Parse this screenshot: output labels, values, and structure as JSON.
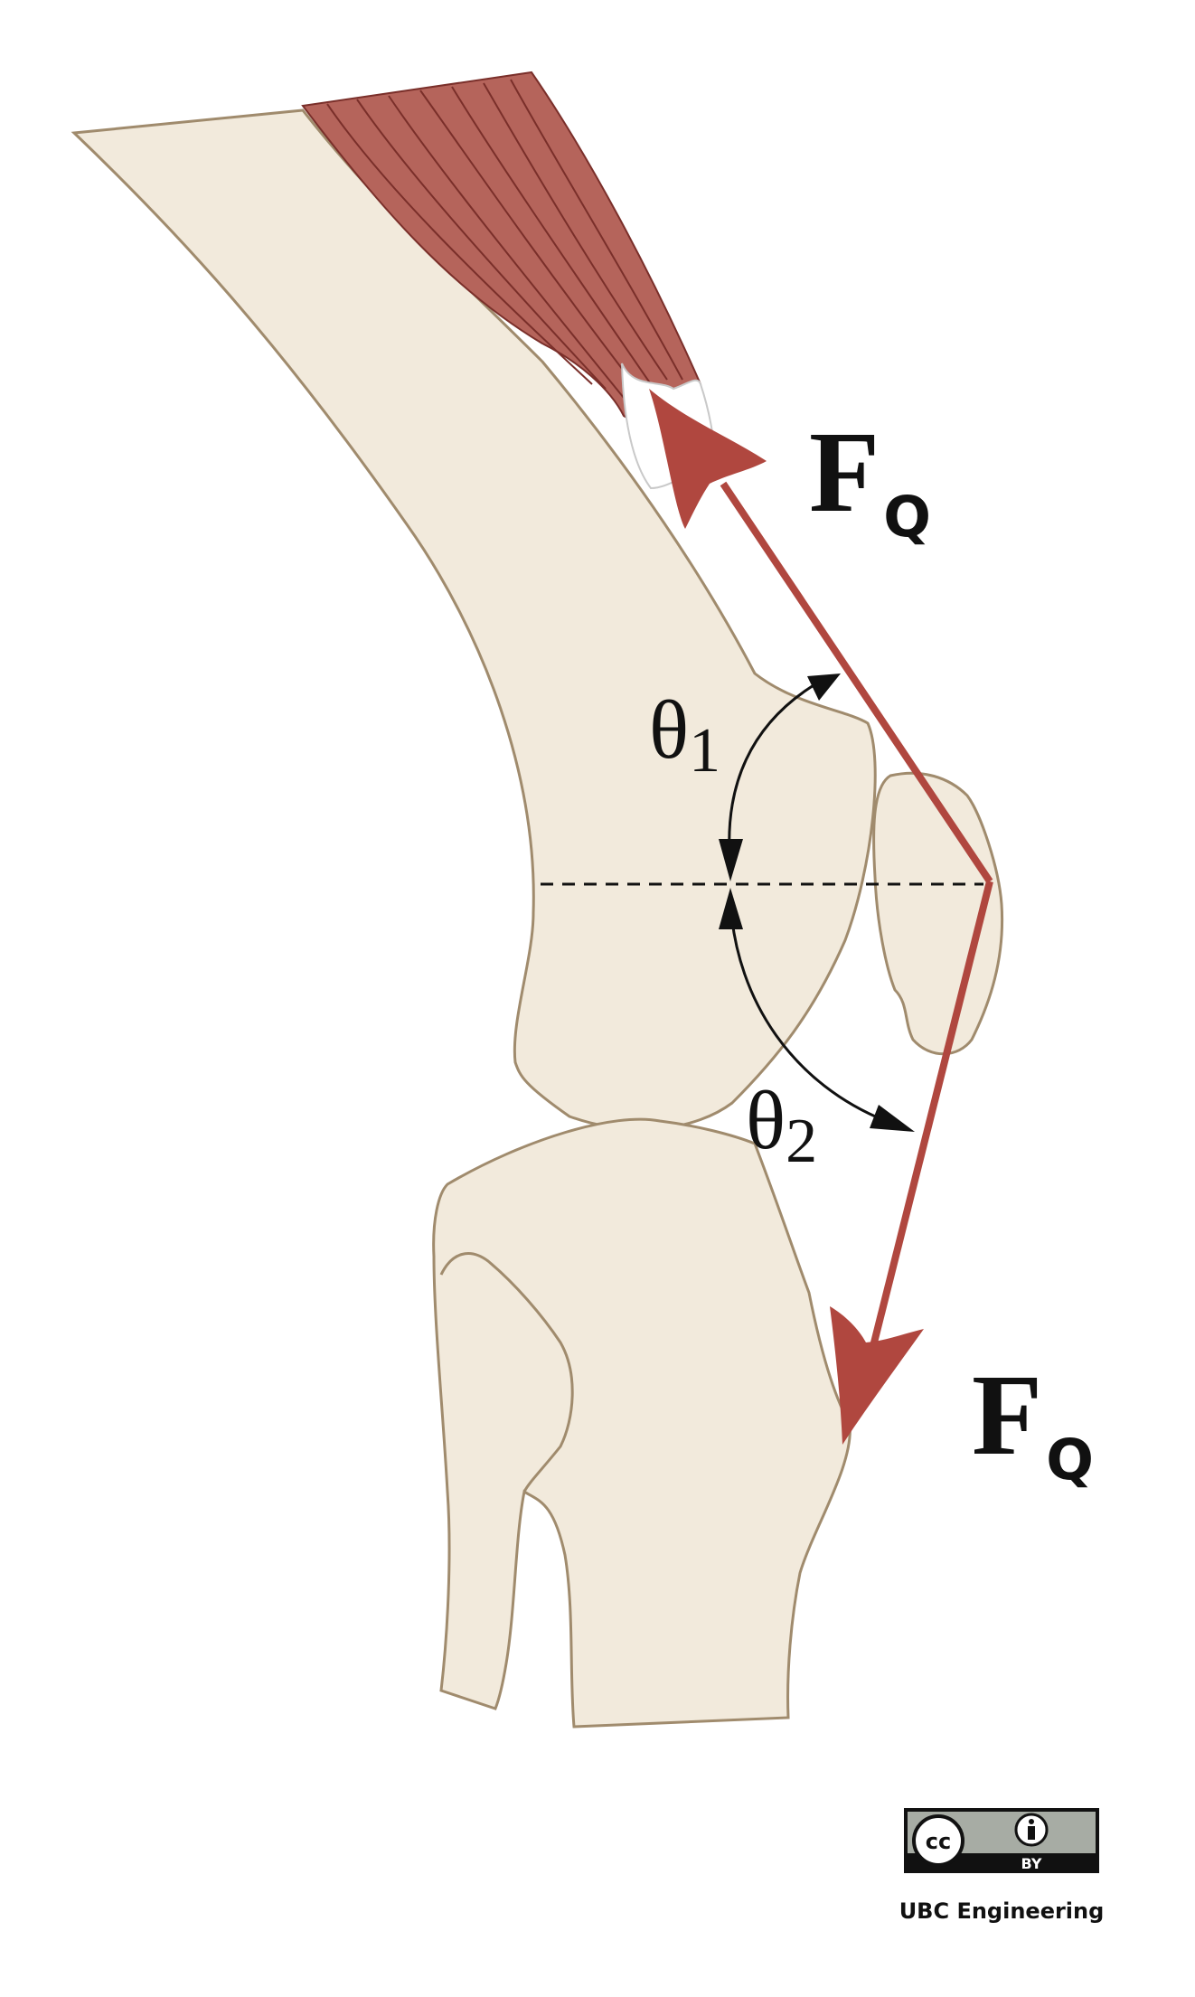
{
  "labels": {
    "force_upper": {
      "main": "F",
      "sub": "Q"
    },
    "force_lower": {
      "main": "F",
      "sub": "Q"
    },
    "theta_1": {
      "symbol": "θ",
      "sub": "1"
    },
    "theta_2": {
      "symbol": "θ",
      "sub": "2"
    }
  },
  "license": {
    "badge_text": "BY",
    "credit": "UBC Engineering"
  },
  "colors": {
    "bone_fill": "#f2eadc",
    "bone_stroke": "#a08b6d",
    "muscle_fill": "#b5645b",
    "muscle_fibre": "#7a2f2a",
    "force_arrow": "#b0473f",
    "angle_arrow": "#111111",
    "badge_grey": "#a7aca4"
  }
}
